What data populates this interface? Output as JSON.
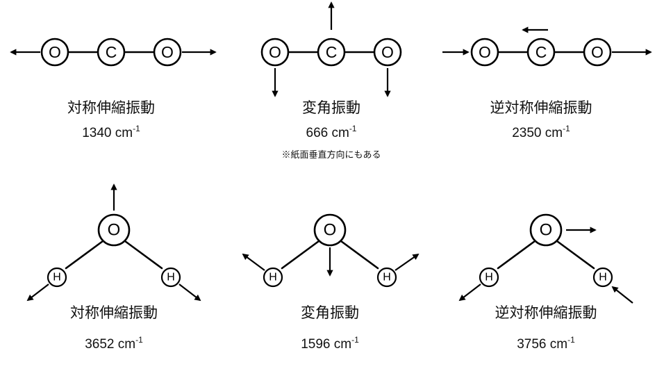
{
  "atoms": {
    "oxygen": "O",
    "carbon": "C",
    "hydrogen": "H"
  },
  "co2": {
    "modes": [
      {
        "name": "対称伸縮振動",
        "value": "1340",
        "unit": "cm",
        "exp": "-1"
      },
      {
        "name": "変角振動",
        "value": "666",
        "unit": "cm",
        "exp": "-1",
        "note": "※紙面垂直方向にもある"
      },
      {
        "name": "逆対称伸縮振動",
        "value": "2350",
        "unit": "cm",
        "exp": "-1"
      }
    ]
  },
  "h2o": {
    "modes": [
      {
        "name": "対称伸縮振動",
        "value": "3652",
        "unit": "cm",
        "exp": "-1"
      },
      {
        "name": "変角振動",
        "value": "1596",
        "unit": "cm",
        "exp": "-1"
      },
      {
        "name": "逆対称伸縮振動",
        "value": "3756",
        "unit": "cm",
        "exp": "-1"
      }
    ]
  },
  "colors": {
    "ink": "#000000",
    "background": "#ffffff"
  }
}
